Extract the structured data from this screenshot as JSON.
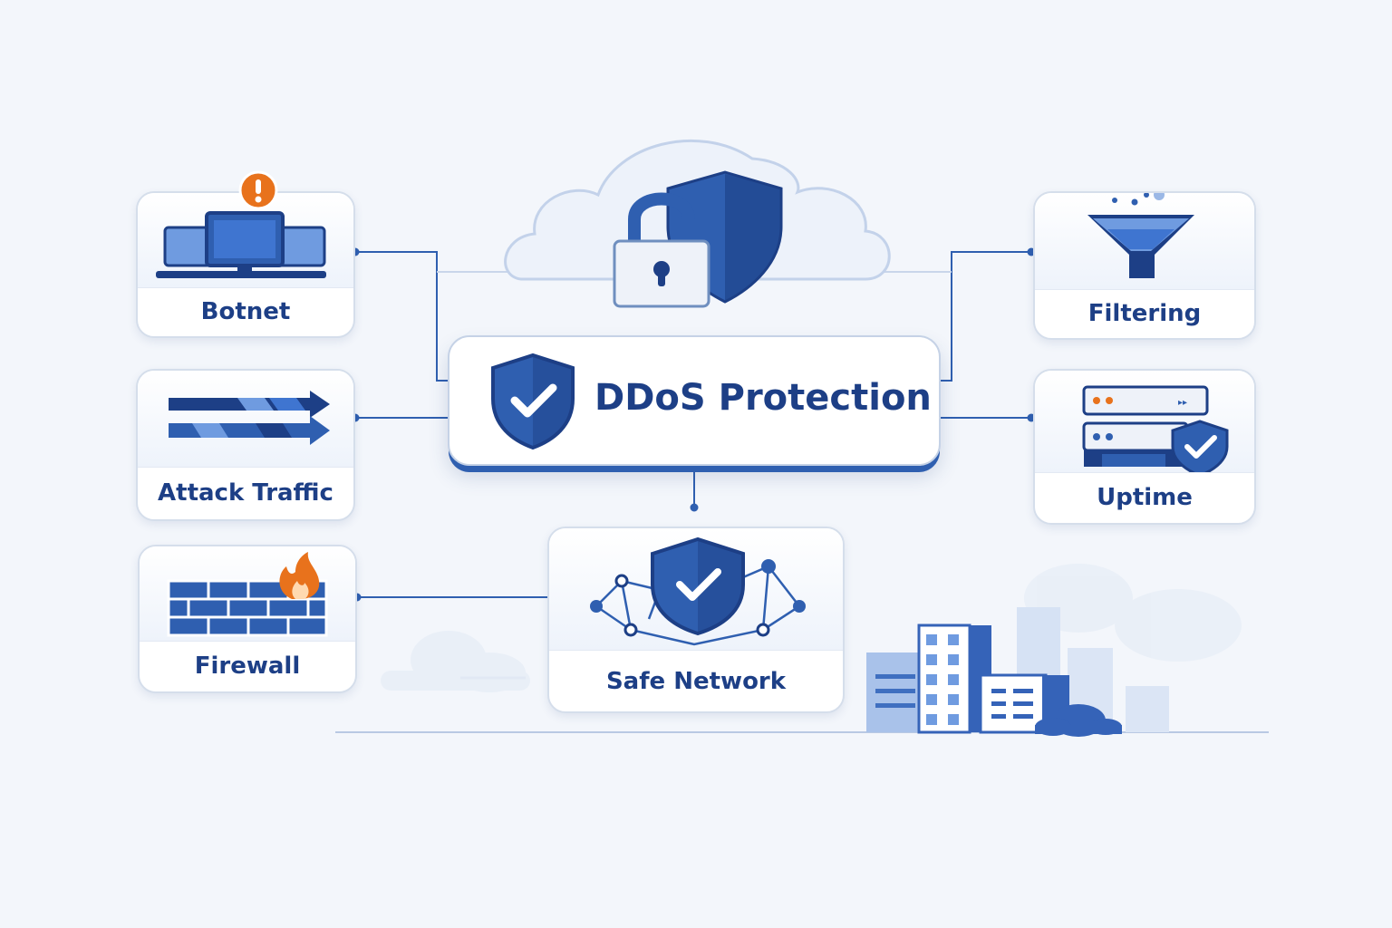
{
  "diagram": {
    "center": {
      "title": "DDoS Protection",
      "icon": "shield-check-icon"
    },
    "nodes": [
      {
        "id": "botnet",
        "label": "Botnet",
        "icon": "botnet-computers-icon"
      },
      {
        "id": "attack-traffic",
        "label": "Attack Traffic",
        "icon": "traffic-arrows-icon"
      },
      {
        "id": "firewall",
        "label": "Firewall",
        "icon": "firewall-icon"
      },
      {
        "id": "filtering",
        "label": "Filtering",
        "icon": "funnel-icon"
      },
      {
        "id": "uptime",
        "label": "Uptime",
        "icon": "server-shield-icon"
      },
      {
        "id": "safe-network",
        "label": "Safe Network",
        "icon": "network-shield-icon"
      }
    ],
    "top_graphic": {
      "icon": "cloud-lock-shield-icon"
    },
    "colors": {
      "primary": "#1d3f86",
      "accent": "#2f5fb0",
      "light": "#6f9be0",
      "warning": "#e8721c",
      "background": "#f3f6fb"
    }
  }
}
